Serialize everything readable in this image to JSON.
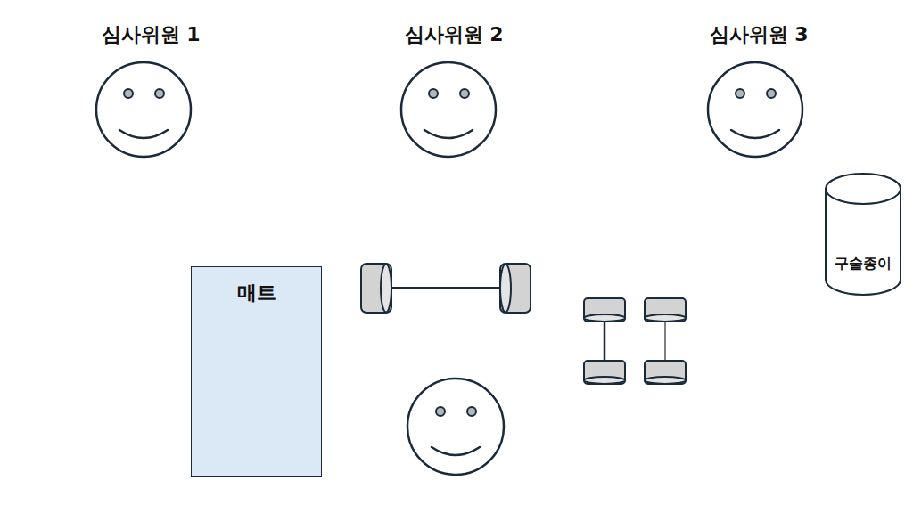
{
  "diagram": {
    "nodes": [
      {
        "text": [
          "심사위원 1"
        ]
      },
      {
        "text": [
          "심사위원 2"
        ]
      },
      {
        "text": [
          "심사위원 3"
        ]
      },
      {
        "text": [
          "구술종이"
        ]
      },
      {
        "text": [
          "매트"
        ]
      }
    ]
  }
}
